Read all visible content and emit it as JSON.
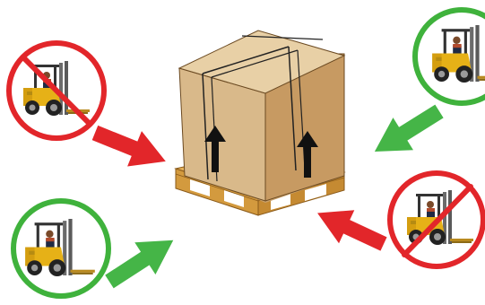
{
  "colors": {
    "forbidden": "#e2262a",
    "allowed": "#3fb23c",
    "arrow_forbidden": "#e2262a",
    "arrow_allowed": "#45b547",
    "box": "#d9b98a",
    "box_side": "#c9a06a",
    "box_top": "#e8d0a6",
    "pallet": "#e6b25a",
    "pallet_dark": "#b07b2c",
    "forklift": "#e6b117",
    "up_arrow": "#111111"
  },
  "forklifts": [
    {
      "position": "top-left",
      "status": "forbidden",
      "icon": "forklift-prohibited-icon"
    },
    {
      "position": "top-right",
      "status": "allowed",
      "icon": "forklift-allowed-icon"
    },
    {
      "position": "bottom-left",
      "status": "allowed",
      "icon": "forklift-allowed-icon"
    },
    {
      "position": "bottom-right",
      "status": "forbidden",
      "icon": "forklift-prohibited-icon"
    }
  ],
  "load": {
    "icon": "pallet-box-icon",
    "orientation_marks": [
      "up-arrow-icon",
      "up-arrow-icon"
    ]
  }
}
